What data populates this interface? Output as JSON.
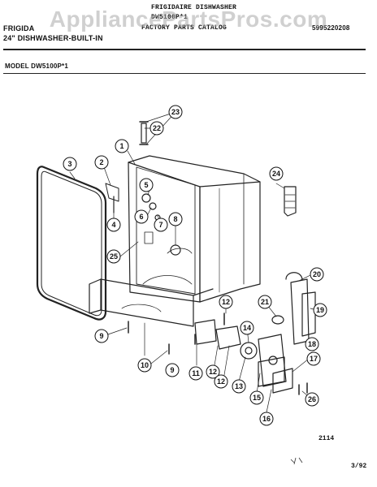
{
  "header": {
    "doc_title_line1": "FRIGIDAIRE DISHWASHER",
    "doc_title_line2": "DW5100P*1",
    "brand": "FRIGIDA",
    "catalog_label": "FACTORY PARTS CATALOG",
    "catalog_number": "5995220208",
    "product_line": "24\" DISHWASHER-BUILT-IN",
    "model_label": "MODEL DW5100P*1"
  },
  "watermark": "AppliancePartsPros.com",
  "callouts": [
    "1",
    "2",
    "3",
    "4",
    "5",
    "6",
    "7",
    "8",
    "9",
    "9",
    "10",
    "11",
    "12",
    "12",
    "12",
    "13",
    "14",
    "15",
    "16",
    "17",
    "18",
    "19",
    "20",
    "21",
    "22",
    "23",
    "24",
    "25",
    "26"
  ],
  "footer": {
    "figure_number": "2114",
    "date": "3/92"
  }
}
